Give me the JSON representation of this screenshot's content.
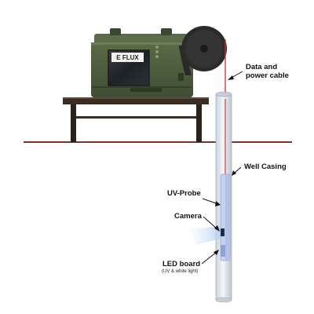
{
  "logo": {
    "brand": "E FLUX"
  },
  "labels": {
    "cable": [
      "Data and",
      "power cable"
    ],
    "casing": "Well Casing",
    "uvprobe": "UV-Probe",
    "camera": "Camera",
    "ledboard": "LED board",
    "ledboard_sub": "(UV & white light)"
  },
  "colors": {
    "device_body": "#4a5a3c",
    "cable": "#d32f2f",
    "casing": "#dfe6ee",
    "probe": "#c6d2ef",
    "ground": "#6b1515"
  }
}
